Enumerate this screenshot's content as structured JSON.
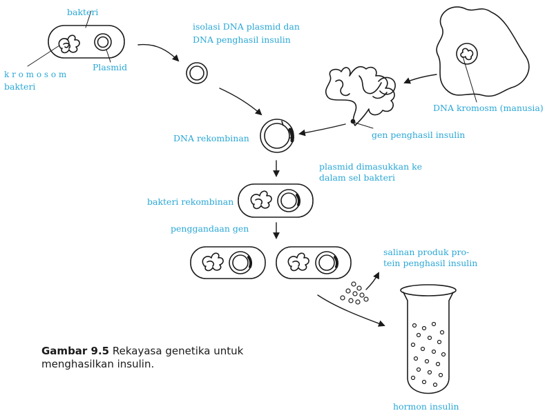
{
  "labels": {
    "bakteri": "bakteri",
    "kromosom": "k r o m o s o m",
    "kromosom2": "bakteri",
    "plasmid": "Plasmid",
    "isolasi1": "isolasi  DNA  plasmid  dan",
    "isolasi2": "DNA penghasil insulin",
    "dna_kromosom": "DNA kromosm (manusia)",
    "gen_penghasil": "gen penghasil insulin",
    "dna_rekombinan": "DNA rekombinan",
    "plasmid_dimasukkan1": "plasmid  dimasukkan  ke",
    "plasmid_dimasukkan2": "dalam sel bakteri",
    "bakteri_rekombinan": "bakteri rekombinan",
    "penggandaan": "penggandaan gen",
    "salinan1": "salinan  produk  pro-",
    "salinan2": "tein penghasil insulin",
    "hormon": "hormon insulin"
  },
  "caption": {
    "figure": "Gambar 9.5",
    "text": " Rekayasa genetika untuk menghasilkan insulin."
  },
  "colors": {
    "label": "#2aa7d6",
    "ink": "#1a1a1a"
  }
}
